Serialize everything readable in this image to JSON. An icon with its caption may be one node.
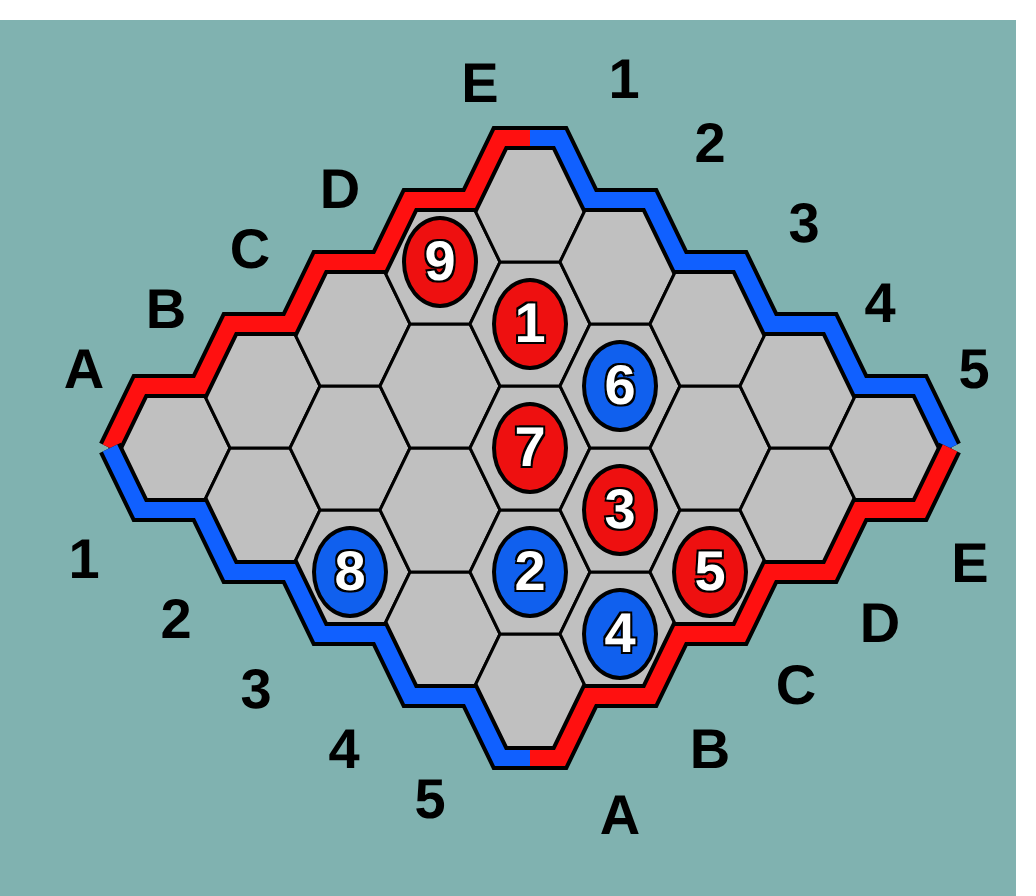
{
  "diagram": {
    "nodes": [
      {
        "text": [
          "9"
        ]
      },
      {
        "text": [
          "1"
        ]
      },
      {
        "text": [
          "6"
        ]
      },
      {
        "text": [
          "7"
        ]
      },
      {
        "text": [
          "3"
        ]
      },
      {
        "text": [
          "8"
        ]
      },
      {
        "text": [
          "2"
        ]
      },
      {
        "text": [
          "5"
        ]
      },
      {
        "text": [
          "4"
        ]
      }
    ],
    "labels": [
      "E",
      "1",
      "D",
      "2",
      "C",
      "3",
      "B",
      "4",
      "A",
      "5",
      "1",
      "E",
      "2",
      "D",
      "3",
      "C",
      "4",
      "B",
      "5",
      "A"
    ]
  }
}
